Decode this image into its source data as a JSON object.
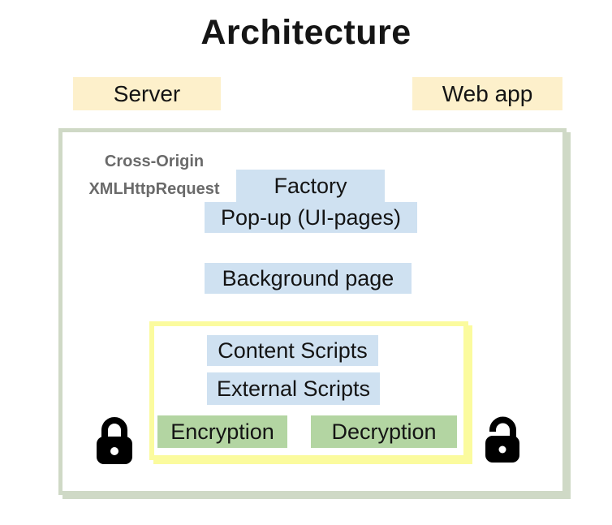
{
  "title": "Architecture",
  "top_boxes": {
    "server": "Server",
    "web_app": "Web app"
  },
  "extension": {
    "cross_origin_line1": "Cross-Origin",
    "cross_origin_line2": "XMLHttpRequest",
    "factory": "Factory",
    "popup": "Pop-up (UI-pages)",
    "background_page": "Background page",
    "secure_zone": {
      "content_scripts": "Content Scripts",
      "external_scripts": "External Scripts",
      "encryption": "Encryption",
      "decryption": "Decryption"
    }
  },
  "icons": {
    "left": "locked-padlock",
    "right": "unlocked-padlock"
  },
  "colors": {
    "header_box_bg": "#FDF0CB",
    "blue_box_bg": "#CFE1F1",
    "green_box_bg": "#B3D5A2",
    "outer_border": "#CFD9C6",
    "secure_zone_border": "#FBFB9E",
    "muted_text": "#6A6A6A",
    "text": "#141414"
  }
}
